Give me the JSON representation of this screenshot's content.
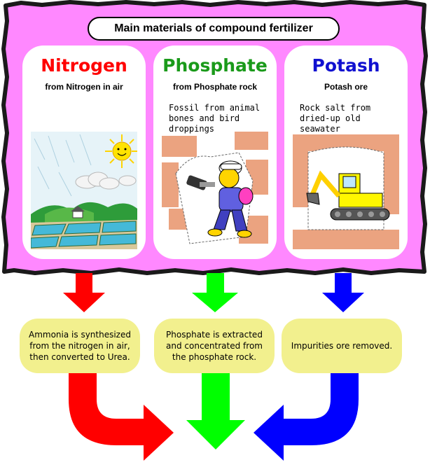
{
  "title": "Main materials of compound fertilizer",
  "colors": {
    "frame": "#ff88ff",
    "note_bg": "#f2f08e",
    "nitrogen": "#ff0000",
    "phosphate": "#00ff00",
    "potash": "#0000ff",
    "phosphate_text": "#1a9a1a",
    "potash_text": "#1010d0"
  },
  "materials": [
    {
      "name": "Nitrogen",
      "source": "from Nitrogen in air",
      "description": "",
      "illustration": "sunny-countryside-fields",
      "process": "Ammonia is synthesized from the nitrogen in air, then converted to Urea."
    },
    {
      "name": "Phosphate",
      "source": "from Phosphate rock",
      "description": "Fossil from animal bones and bird droppings",
      "illustration": "miner-drilling-rock",
      "process": "Phosphate is extracted and concentrated from the phosphate rock."
    },
    {
      "name": "Potash",
      "source": "Potash ore",
      "description": "Rock salt from dried-up old seawater",
      "illustration": "excavator-in-mine",
      "process": "Impurities ore removed."
    }
  ]
}
